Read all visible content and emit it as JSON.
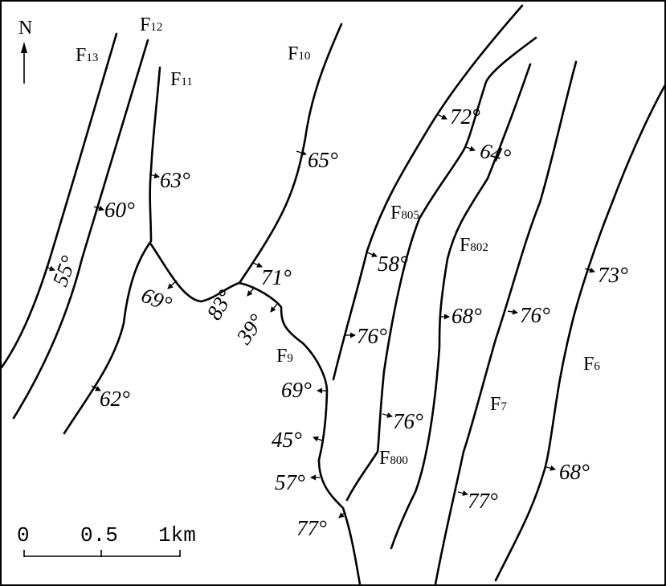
{
  "north": {
    "label": "N"
  },
  "faults": [
    {
      "name": "F",
      "sub": "13"
    },
    {
      "name": "F",
      "sub": "12"
    },
    {
      "name": "F",
      "sub": "11"
    },
    {
      "name": "F",
      "sub": "10"
    },
    {
      "name": "F",
      "sub": "9"
    },
    {
      "name": "F",
      "sub": "805"
    },
    {
      "name": "F",
      "sub": "802"
    },
    {
      "name": "F",
      "sub": "800"
    },
    {
      "name": "F",
      "sub": "7"
    },
    {
      "name": "F",
      "sub": "6"
    }
  ],
  "dips": [
    "55°",
    "60°",
    "62°",
    "63°",
    "69°",
    "65°",
    "71°",
    "83°",
    "39°",
    "69°",
    "45°",
    "57°",
    "77°",
    "72°",
    "64°",
    "58°",
    "76°",
    "76°",
    "68°",
    "76°",
    "77°",
    "73°",
    "68°"
  ],
  "scale": {
    "labels": [
      "0",
      "0.5",
      "1km"
    ]
  }
}
